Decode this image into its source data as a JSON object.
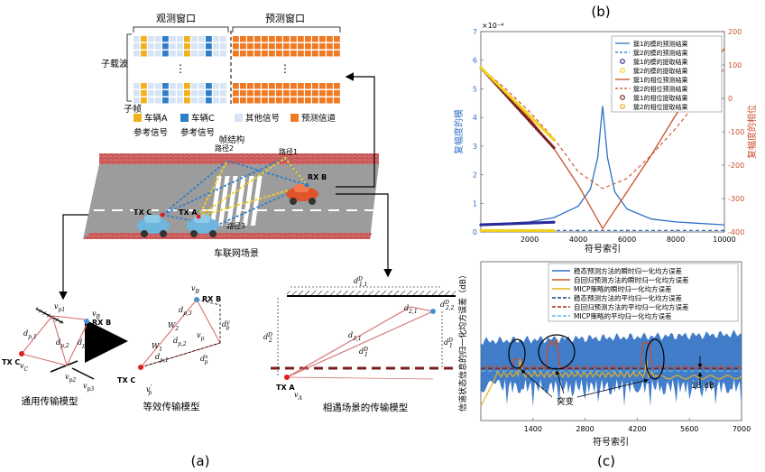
{
  "panel_labels": {
    "a": "(a)",
    "b": "(b)",
    "c": "(c)"
  },
  "grid": {
    "obs_window": "观测窗口",
    "pred_window": "预测窗口",
    "subcarrier": "子载波",
    "subframe": "子帧",
    "dots": "⋮"
  },
  "legend_a": {
    "vehicle_a": "车辆A",
    "vehicle_a_sub": "参考信号",
    "vehicle_c": "车辆C",
    "vehicle_c_sub": "参考信号",
    "other_signal": "其他信号",
    "pred_channel": "预测信道"
  },
  "scene": {
    "frame_structure": "帧结构",
    "path1": "路径1",
    "path2": "路径2",
    "path3": "路径3",
    "tx_c": "TX C",
    "tx_a": "TX A",
    "rx_b": "RX B",
    "caption": "车联网场景"
  },
  "models": {
    "generic": {
      "caption": "通用传输模型",
      "tx": "TX C",
      "rx": "RX B",
      "d1": "d",
      "d1_sub": "p,1",
      "d2": "d",
      "d2_sub": "p,2",
      "d3": "d",
      "d3_sub": "p,3",
      "vc": "v",
      "vc_sub": "C",
      "vb": "v",
      "vb_sub": "B",
      "vp1": "v",
      "vp1_sub": "p1",
      "vp2": "v",
      "vp2_sub": "p2",
      "vp3": "v",
      "vp3_sub": "p3"
    },
    "equivalent": {
      "caption": "等效传输模型",
      "tx": "TX C",
      "rx": "RX B",
      "w1": "W",
      "w1_sub": "1",
      "w2": "W",
      "w2_sub": "2",
      "dp1": "d",
      "dp1_sub": "p,1",
      "dp2": "d",
      "dp2_sub": "p,2",
      "dp3": "d",
      "dp3_sub": "p,3",
      "dxp": "d",
      "dxp_sub": "p",
      "dxp_sup": "x",
      "dyp": "d",
      "dyp_sub": "p",
      "dyp_sup": "y",
      "vb": "v",
      "vb_sub": "B",
      "vp": "v",
      "vp_sub": "p",
      "vpp": "v",
      "vpp_sub": "p",
      "vpp_sup": "'"
    },
    "encounter": {
      "caption": "相遇场景的传输模型",
      "tx": "TX A",
      "d11": "d",
      "d11_sub": "1,1",
      "d11_sup": "D",
      "d21": "d",
      "d21_sub": "2,1",
      "d22": "d",
      "d22_sub": "2,2",
      "d22_sup": "D",
      "d31": "d",
      "d31_sub": "3,1",
      "dd1": "d",
      "dd1_sup": "D",
      "dd1_sub": "1",
      "dd2": "d",
      "dd2_sup": "D",
      "dd2_sub": "2",
      "va": "v",
      "va_sub": "A"
    }
  },
  "chart_data": [
    {
      "type": "line",
      "title": "(b)",
      "xlabel": "符号索引",
      "ylabel": "复幅度的模",
      "y2label": "复幅度的相位",
      "xlim": [
        0,
        10000
      ],
      "ylim": [
        0,
        7
      ],
      "y_exponent": "×10⁻⁴",
      "y2lim": [
        -400,
        200
      ],
      "xticks": [
        "2000",
        "4000",
        "6000",
        "8000",
        "10000"
      ],
      "yticks": [
        "0",
        "1",
        "2",
        "3",
        "4",
        "5",
        "6",
        "7"
      ],
      "y2ticks": [
        "-400",
        "-300",
        "-200",
        "-100",
        "0",
        "100",
        "200"
      ],
      "legend_position": "top-right",
      "legend": [
        "簇1的模的预测结果",
        "簇2的模的预测结果",
        "簇1的模的提取结果",
        "簇2的模的提取结果",
        "簇1的相位预测结果",
        "簇2的相位预测结果",
        "簇1的相位提取结果",
        "簇2的相位提取结果"
      ],
      "colors": {
        "blue": "#2e6fc4",
        "red": "#c8502a",
        "navy": "#2a2a9a",
        "yellow": "#f2d21c",
        "maroon": "#7a1e1e"
      },
      "series": [
        {
          "name": "簇1的模的预测结果",
          "axis": "left",
          "x": [
            0,
            2000,
            3000,
            4000,
            4500,
            4800,
            5000,
            5200,
            5500,
            6000,
            7000,
            8000,
            10000
          ],
          "values": [
            0.25,
            0.35,
            0.5,
            0.9,
            1.5,
            2.6,
            4.4,
            2.6,
            1.4,
            0.8,
            0.45,
            0.35,
            0.25
          ]
        },
        {
          "name": "簇2的模的预测结果",
          "axis": "left",
          "x": [
            0,
            10000
          ],
          "values": [
            0.05,
            0.05
          ]
        },
        {
          "name": "簇1的相位预测结果",
          "axis": "right",
          "x": [
            0,
            1000,
            2000,
            3000,
            4000,
            5000,
            6000,
            7000,
            8000,
            9000,
            10000
          ],
          "values": [
            92,
            20,
            -60,
            -150,
            -260,
            -390,
            -280,
            -170,
            -50,
            50,
            150
          ]
        },
        {
          "name": "簇2的相位预测结果",
          "axis": "right",
          "x": [
            0,
            1000,
            2000,
            3000,
            4000,
            5000,
            6000,
            7000,
            8000,
            9000,
            10000
          ],
          "values": [
            92,
            30,
            -40,
            -120,
            -220,
            -270,
            -240,
            -170,
            -90,
            0,
            90
          ]
        }
      ]
    },
    {
      "type": "line",
      "title": "(c)",
      "xlabel": "符号索引",
      "ylabel": "信道状态信息的归一化均方误差（dB）",
      "xlim": [
        0,
        7000
      ],
      "xticks": [
        "1400",
        "2800",
        "4200",
        "5600",
        "7000"
      ],
      "annotations": [
        "突变",
        "18 dB"
      ],
      "legend_position": "top",
      "legend": [
        "稳态预测方法的瞬时归一化均方误差",
        "自回归预测方法的瞬时归一化均方误差",
        "MICP策略的瞬时归一化均方误差",
        "稳态预测方法的平均归一化均方误差",
        "自回归预测方法的平均归一化均方误差",
        "MICP策略的平均归一化均方误差"
      ],
      "colors": {
        "steady": "#2e6fc4",
        "ar": "#c8502a",
        "micp": "#e8b020",
        "micp_mean": "#5bb8e6"
      }
    }
  ]
}
